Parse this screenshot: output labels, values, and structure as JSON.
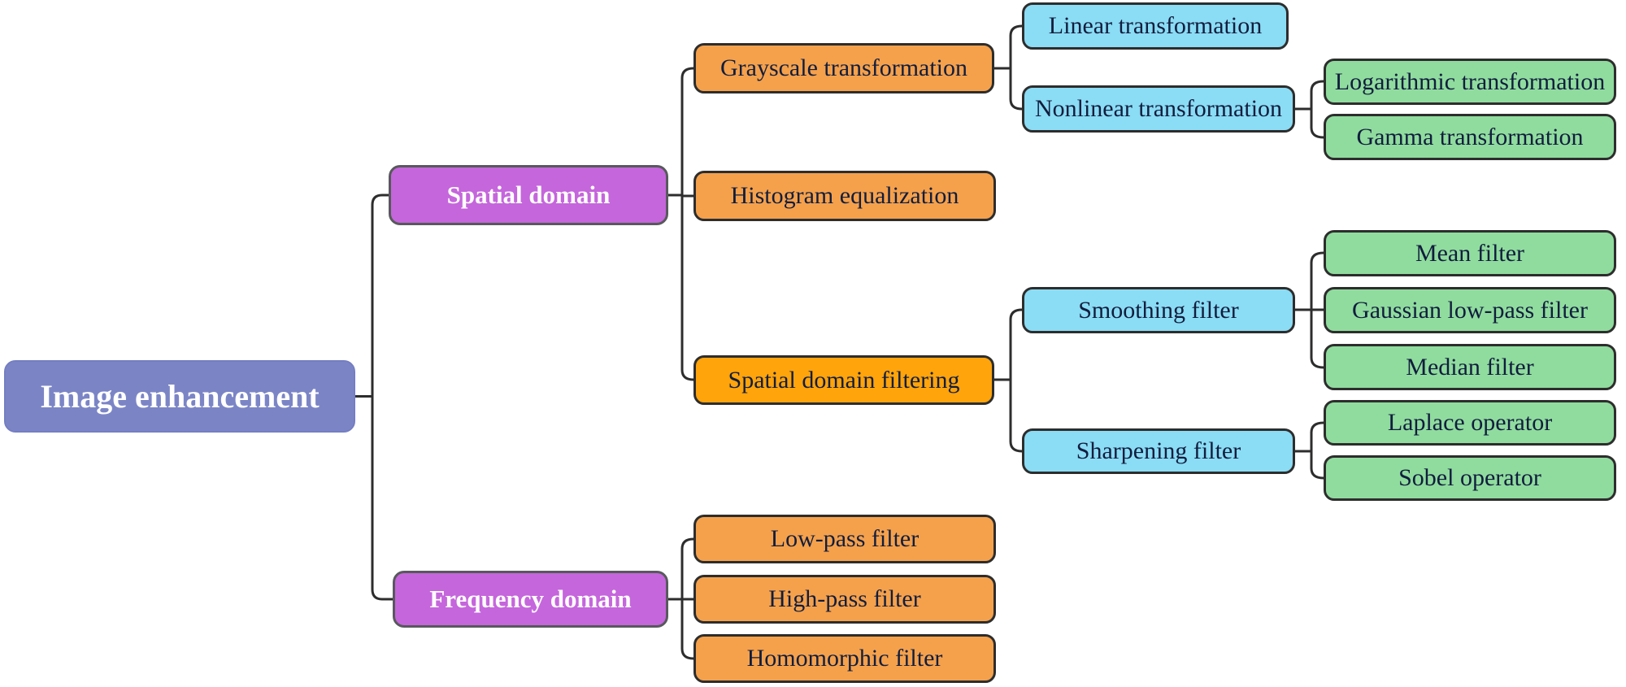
{
  "diagram": {
    "title": "Image enhancement",
    "colors": {
      "root_fill": "#7b85c6",
      "domain_fill": "#c566dc",
      "category_fill": "#f5a14c",
      "category_emphasis_fill": "#ffa40b",
      "subcategory_fill": "#8bdcf5",
      "leaf_fill": "#90dc9e",
      "line": "#2d2d2d",
      "text_dark": "#111d3d",
      "text_light": "#ffffff"
    },
    "tree": {
      "label": "Image enhancement",
      "children": [
        {
          "label": "Spatial domain",
          "children": [
            {
              "label": "Grayscale transformation",
              "children": [
                {
                  "label": "Linear transformation",
                  "children": []
                },
                {
                  "label": "Nonlinear transformation",
                  "children": [
                    {
                      "label": "Logarithmic transformation",
                      "children": []
                    },
                    {
                      "label": "Gamma transformation",
                      "children": []
                    }
                  ]
                }
              ]
            },
            {
              "label": "Histogram equalization",
              "children": []
            },
            {
              "label": "Spatial domain filtering",
              "children": [
                {
                  "label": "Smoothing filter",
                  "children": [
                    {
                      "label": "Mean filter",
                      "children": []
                    },
                    {
                      "label": "Gaussian low-pass filter",
                      "children": []
                    },
                    {
                      "label": "Median filter",
                      "children": []
                    }
                  ]
                },
                {
                  "label": "Sharpening filter",
                  "children": [
                    {
                      "label": "Laplace operator",
                      "children": []
                    },
                    {
                      "label": "Sobel operator",
                      "children": []
                    }
                  ]
                }
              ]
            }
          ]
        },
        {
          "label": "Frequency domain",
          "children": [
            {
              "label": "Low-pass filter",
              "children": []
            },
            {
              "label": "High-pass filter",
              "children": []
            },
            {
              "label": "Homomorphic filter",
              "children": []
            }
          ]
        }
      ]
    }
  }
}
